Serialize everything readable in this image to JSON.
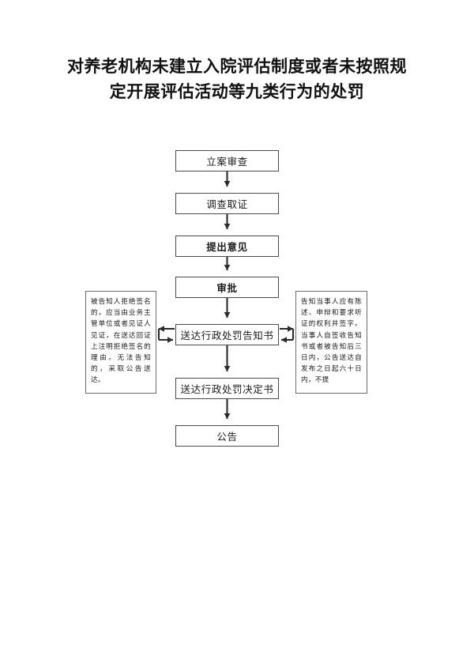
{
  "document": {
    "title_line_1": "对养老机构未建立入院评估制度或者未按照规",
    "title_line_2": "定开展评估活动等九类行为的处罚"
  },
  "flowchart": {
    "type": "process-flow",
    "orientation": "vertical",
    "main_steps": [
      {
        "id": "filing",
        "label": "立案审查",
        "bold": false
      },
      {
        "id": "investigation",
        "label": "调查取证",
        "bold": false
      },
      {
        "id": "opinion",
        "label": "提出意见",
        "bold": true
      },
      {
        "id": "approval",
        "label": "审批",
        "bold": true
      },
      {
        "id": "notice",
        "label": "送达行政处罚告知书",
        "bold": false
      },
      {
        "id": "decision",
        "label": "送达行政处罚决定书",
        "bold": false
      },
      {
        "id": "announcement",
        "label": "公告",
        "bold": false
      }
    ],
    "notes": [
      {
        "id": "note-left",
        "side": "left",
        "attached_to": "送达行政处罚告知书",
        "text": "被告知人拒绝签名的，应当由业务主管单位或者见证人见证，在送达回证上注明拒绝签名的理由。无法告知的，采取公告送达。"
      },
      {
        "id": "note-right",
        "side": "right",
        "attached_to": "送达行政处罚告知书",
        "text": "告知当事人应有陈述、申辩和要求听证的权利并签字。当事人自签收告知书或者被告知后三日内，公告送达自发布之日起六十日内，不提"
      }
    ],
    "connectors": [
      {
        "from": "立案审查",
        "to": "调查取证",
        "direction": "down"
      },
      {
        "from": "调查取证",
        "to": "提出意见",
        "direction": "down"
      },
      {
        "from": "提出意见",
        "to": "审批",
        "direction": "down"
      },
      {
        "from": "审批",
        "to": "送达行政处罚告知书",
        "direction": "down"
      },
      {
        "from": "送达行政处罚告知书",
        "to": "note-left",
        "direction": "left"
      },
      {
        "from": "note-left",
        "to": "送达行政处罚告知书",
        "direction": "right"
      },
      {
        "from": "送达行政处罚告知书",
        "to": "note-right",
        "direction": "right"
      },
      {
        "from": "note-right",
        "to": "送达行政处罚告知书",
        "direction": "left"
      },
      {
        "from": "送达行政处罚告知书",
        "to": "送达行政处罚决定书",
        "direction": "down"
      },
      {
        "from": "送达行政处罚决定书",
        "to": "公告",
        "direction": "down"
      }
    ]
  },
  "style": {
    "page_background": "#ffffff",
    "box_border": "#4a4a4a",
    "note_border": "#6b6b6b",
    "text_color": "#1a1a1a",
    "connector_color": "#2b2b2b"
  }
}
